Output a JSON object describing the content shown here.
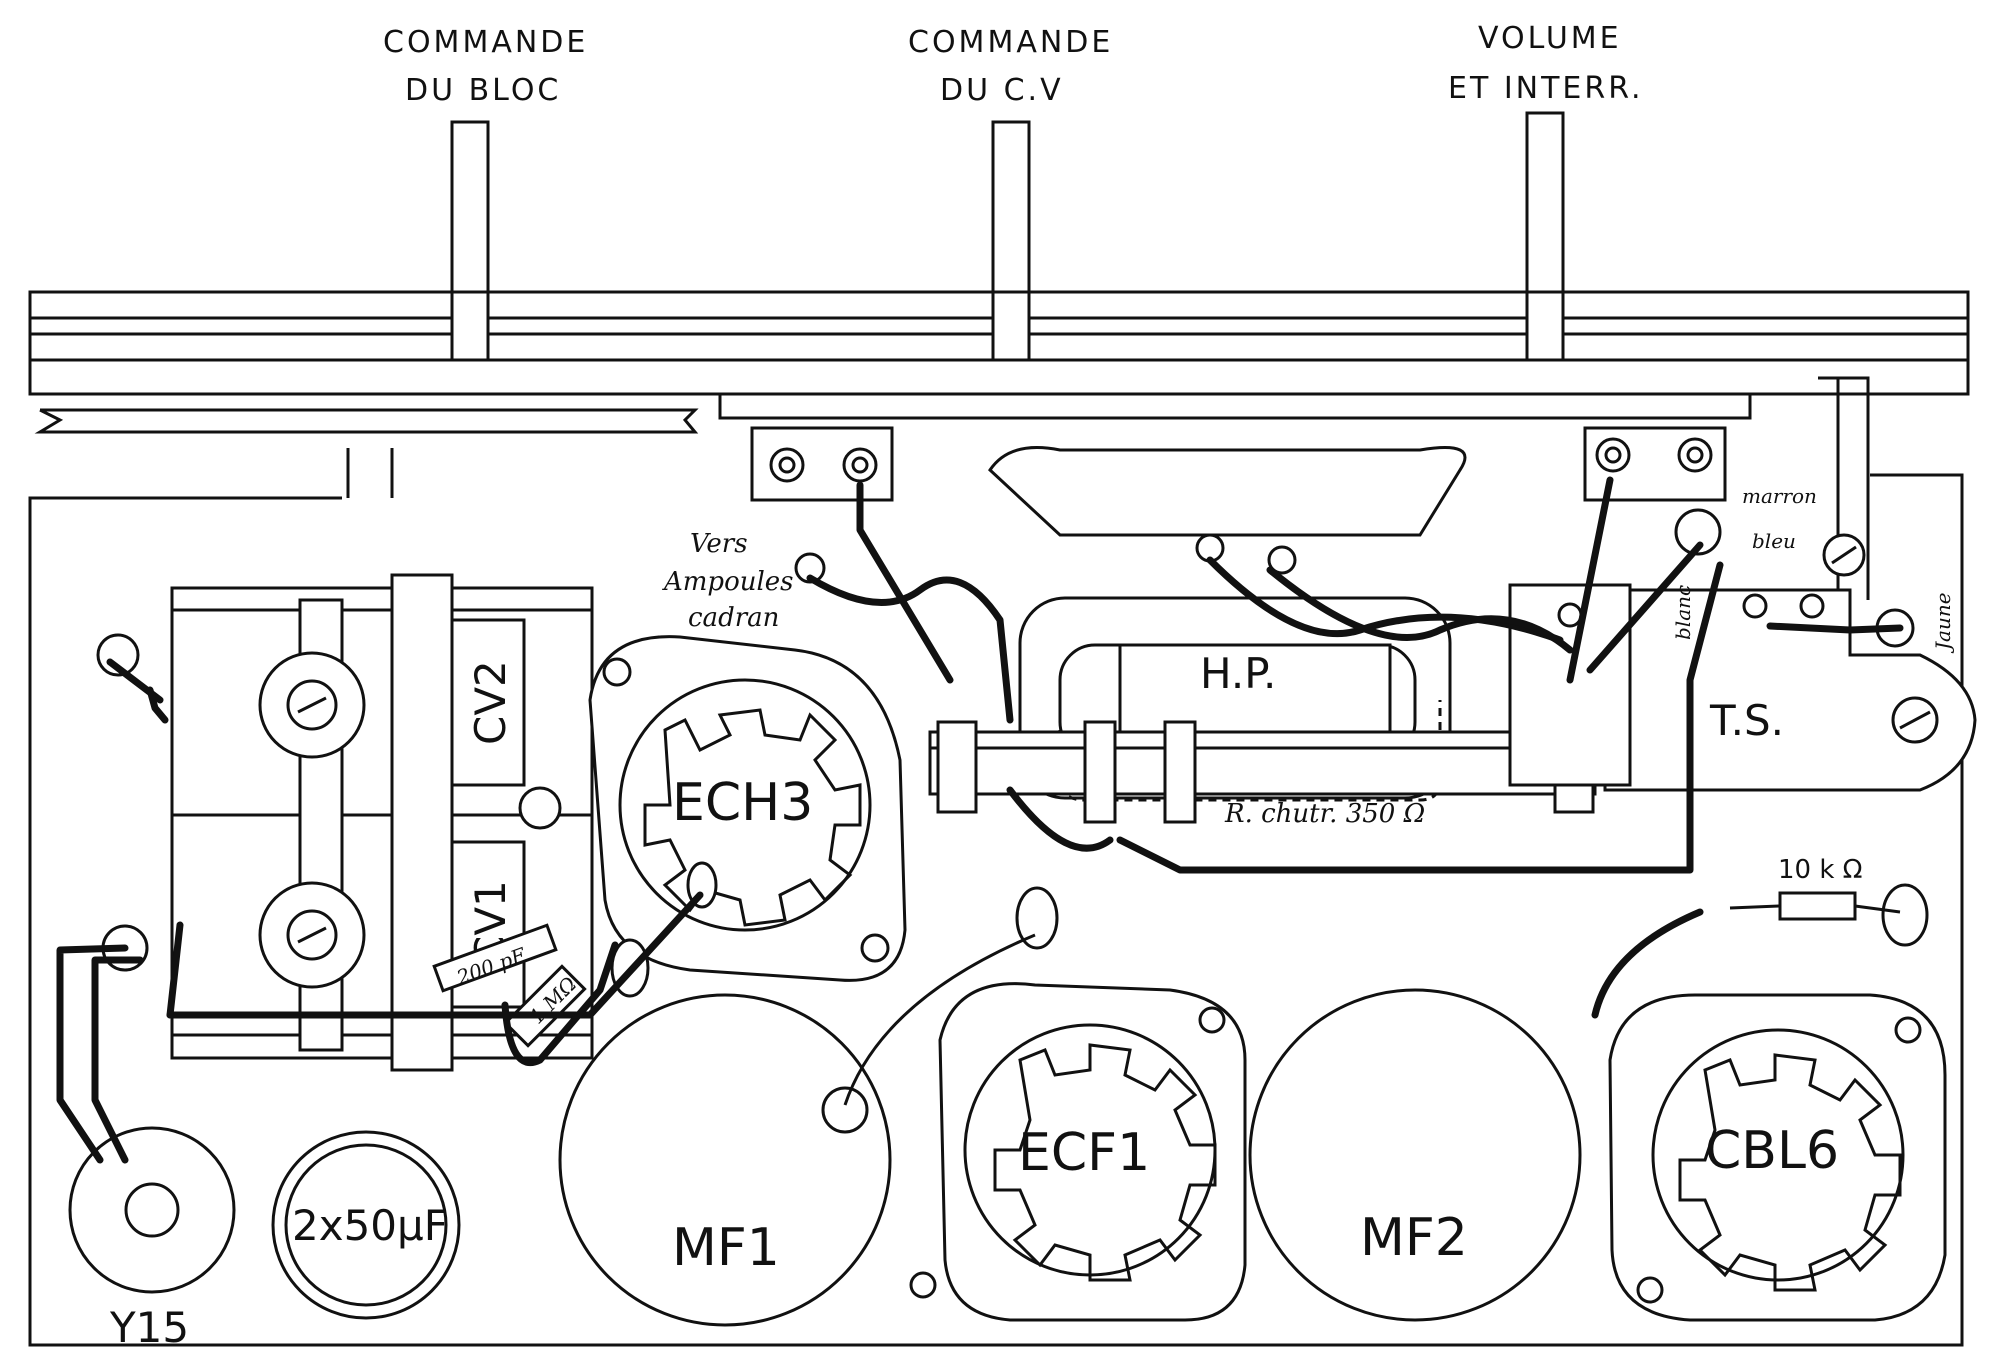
{
  "labels": {
    "cmd_bloc_1": "COMMANDE",
    "cmd_bloc_2": "DU BLOC",
    "cmd_cv_1": "COMMANDE",
    "cmd_cv_2": "DU C.V",
    "vol_1": "VOLUME",
    "vol_2": "ET INTERR.",
    "vers_1": "Vers",
    "vers_2": "Ampoules",
    "vers_3": "cadran",
    "marron": "marron",
    "bleu": "bleu",
    "blanc": "blanc",
    "jaune": "Jaune"
  },
  "components": {
    "cv2": "CV2",
    "cv1": "CV1",
    "ech3": "ECH3",
    "hp": "H.P.",
    "ts": "T.S.",
    "r_chutr": "R. chutr. 350 Ω",
    "r10k": "10 k Ω",
    "c200": "200 pF",
    "r1m": "1 MΩ",
    "mf1": "MF1",
    "ecf1": "ECF1",
    "mf2": "MF2",
    "cbl6": "CBL6",
    "cap": "2x50μF",
    "y15": "Y15"
  }
}
